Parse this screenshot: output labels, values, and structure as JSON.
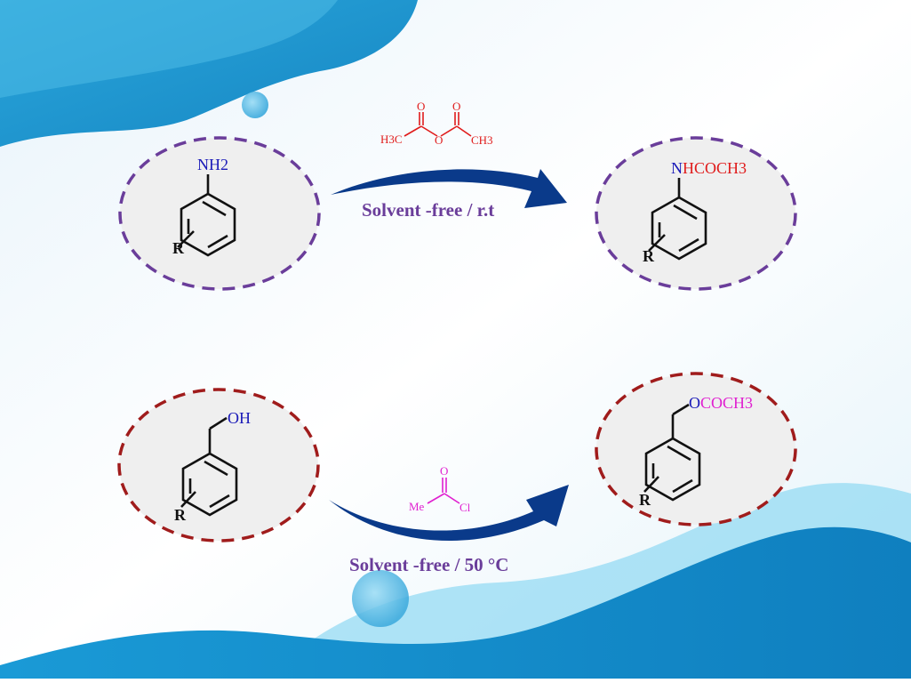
{
  "colors": {
    "bg_blue_dark": "#1a8fc9",
    "bg_blue_light": "#7fd0ee",
    "arrow": "#0a3a8a",
    "purple": "#6a3d9a",
    "dark_red": "#a01c1c",
    "reagent_red": "#e01b1b",
    "magenta": "#e020d0",
    "blue_text": "#1a1ab8",
    "bond": "#111111"
  },
  "reaction_top": {
    "reactant_group": "NH2",
    "reactant_substituent": "R",
    "reagent": {
      "left_group": "H3C",
      "bridge_atom": "O",
      "right_group": "CH3",
      "carbonyl_left": "O",
      "carbonyl_right": "O"
    },
    "condition": "Solvent -free / r.t",
    "product_prefix": "N",
    "product_suffix": "HCOCH3",
    "product_substituent": "R"
  },
  "reaction_bottom": {
    "reactant_group": "OH",
    "reactant_substituent": "R",
    "reagent": {
      "left_group": "Me",
      "right_group": "Cl",
      "carbonyl": "O"
    },
    "condition": "Solvent -free / 50 °C",
    "product_prefix": "O",
    "product_suffix": "COCH3",
    "product_substituent": "R"
  }
}
